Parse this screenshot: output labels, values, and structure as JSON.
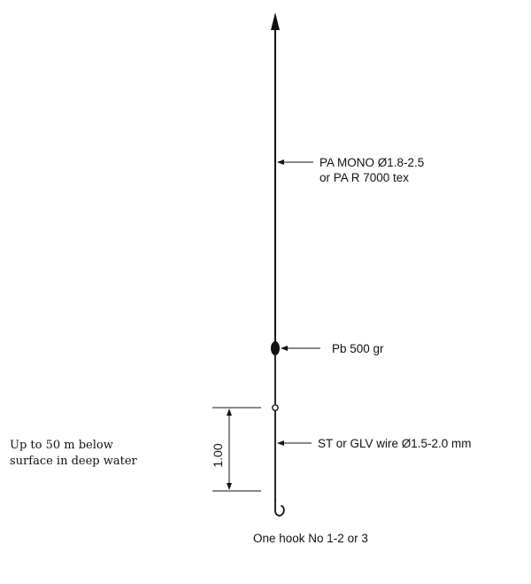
{
  "labels": {
    "line_material_1": "PA MONO Ø1.8-2.5",
    "line_material_2": "or PA R 7000 tex",
    "sinker": "Pb 500 gr",
    "wire": "ST or GLV wire Ø1.5-2.0 mm",
    "dimension": "1.00",
    "depth_1": "Up to 50 m below",
    "depth_2": "surface in deep water",
    "hook": "One hook No 1-2 or 3"
  },
  "colors": {
    "ink": "#111111",
    "background": "#ffffff"
  }
}
